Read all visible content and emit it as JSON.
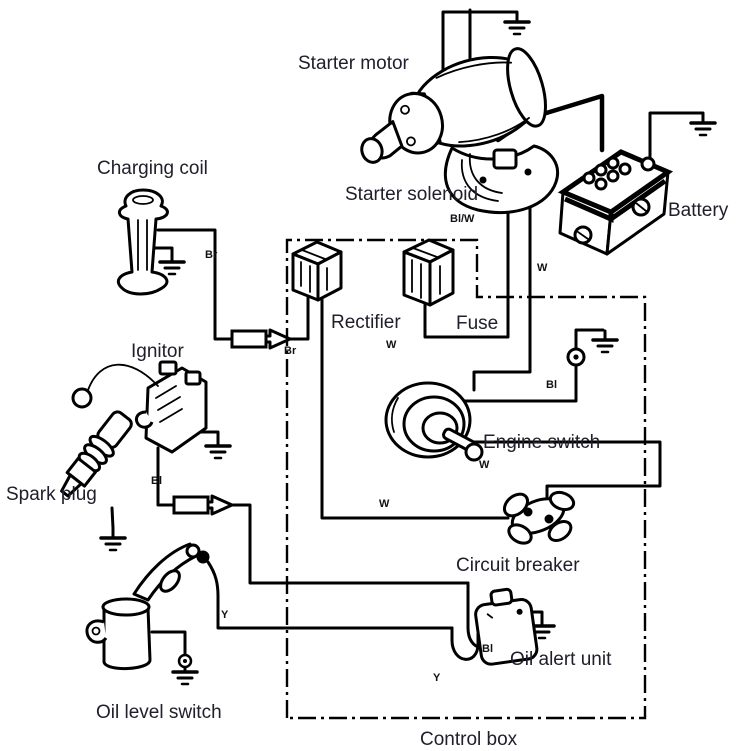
{
  "diagram": {
    "type": "wiring-diagram",
    "labels": {
      "starter_motor": "Starter motor",
      "charging_coil": "Charging coil",
      "starter_solenoid": "Starter solenoid",
      "battery": "Battery",
      "rectifier": "Rectifier",
      "fuse": "Fuse",
      "ignitor": "Ignitor",
      "engine_switch": "Engine switch",
      "spark_plug": "Spark plug",
      "circuit_breaker": "Circuit breaker",
      "oil_alert_unit": "Oil alert unit",
      "oil_level_switch": "Oil level switch",
      "control_box": "Control box"
    },
    "wire_labels": {
      "br_1": "Br",
      "br_2": "Br",
      "blw": "Bl/W",
      "w_1": "W",
      "w_2": "W",
      "w_3": "W",
      "w_4": "W",
      "bl_1": "Bl",
      "bl_2": "Bl",
      "bl_3": "Bl",
      "y_1": "Y",
      "y_2": "Y"
    },
    "colors": {
      "line": "#000000",
      "text": "#20202c",
      "background": "#ffffff"
    }
  }
}
